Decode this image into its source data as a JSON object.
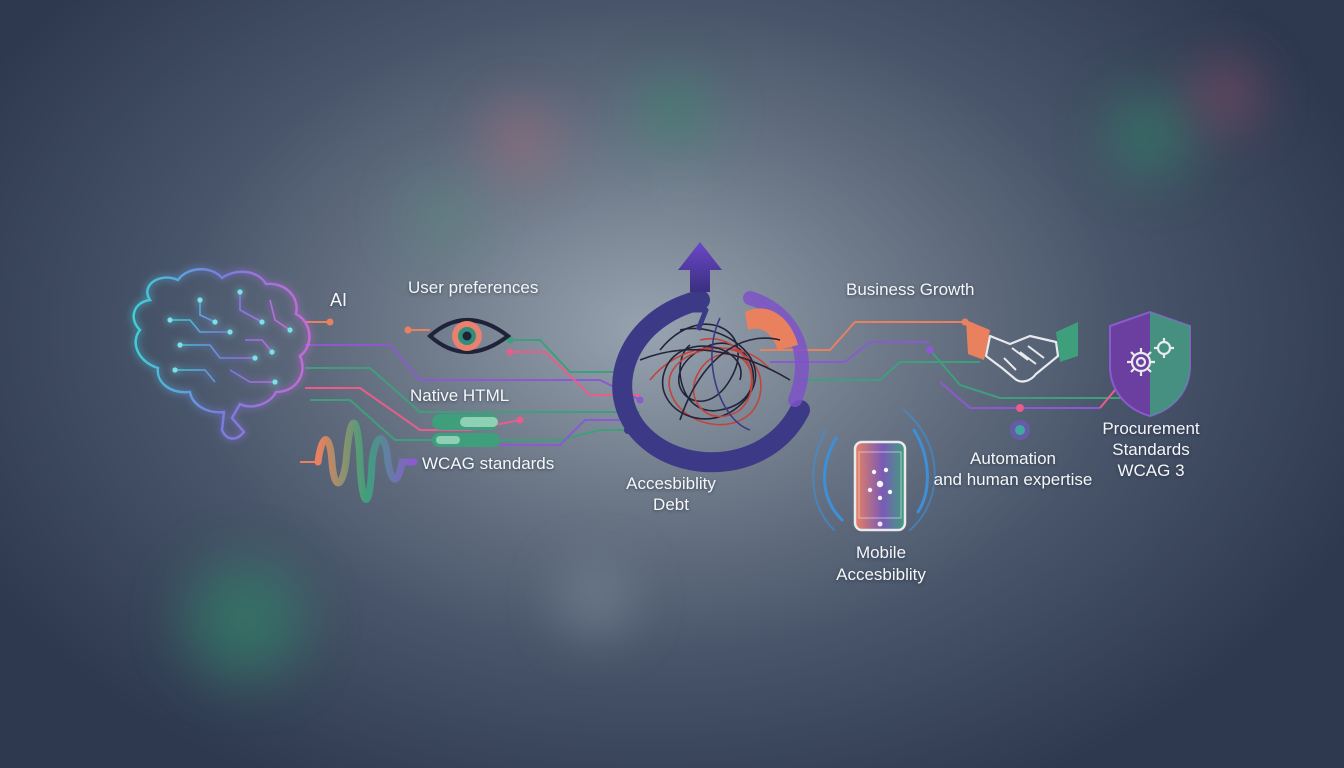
{
  "labels": {
    "ai": "AI",
    "user_preferences": "User preferences",
    "native_html": "Native HTML",
    "wcag_standards": "WCAG standards",
    "accessibility_debt": [
      "Accesbiblity",
      "Debt"
    ],
    "business_growth": "Business Growth",
    "automation": [
      "Automation",
      "and human expertise"
    ],
    "procurement": [
      "Procurement",
      "Standards",
      "WCAG 3"
    ],
    "mobile_accessibility": [
      "Mobile",
      "Accesbiblity"
    ]
  },
  "colors": {
    "green": "#3f9f7c",
    "teal": "#3fa9a0",
    "orange": "#e9815f",
    "purple": "#6a3fa0",
    "deep_purple": "#3c3a86",
    "violet": "#8b5ad0",
    "pink": "#e85d8a",
    "dark_line": "#22243a",
    "red_line": "#c2453b",
    "blue_ring": "#3d8fd8"
  },
  "icons": [
    "brain-circuit-icon",
    "sound-wave-icon",
    "eye-icon",
    "toggle-bars-icon",
    "tangle-cycle-icon",
    "up-arrow-icon",
    "handshake-icon",
    "shield-gears-icon",
    "smartphone-icon",
    "node-dot-icon"
  ]
}
